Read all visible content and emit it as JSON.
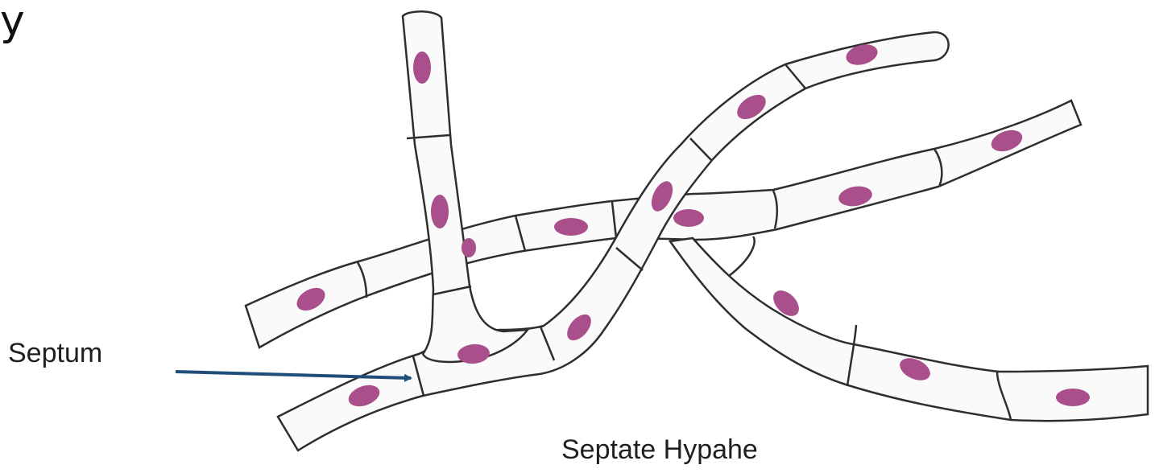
{
  "diagram": {
    "labels": {
      "septum": "Septum",
      "caption": "Septate Hypahe"
    },
    "corner_fragment": "y",
    "colors": {
      "background": "#ffffff",
      "hypha_fill": "#fafafa",
      "hypha_outline": "#2e2e2e",
      "nucleus": "#a84f8c",
      "arrow": "#1f4e79",
      "text": "#1f1f1f"
    }
  }
}
